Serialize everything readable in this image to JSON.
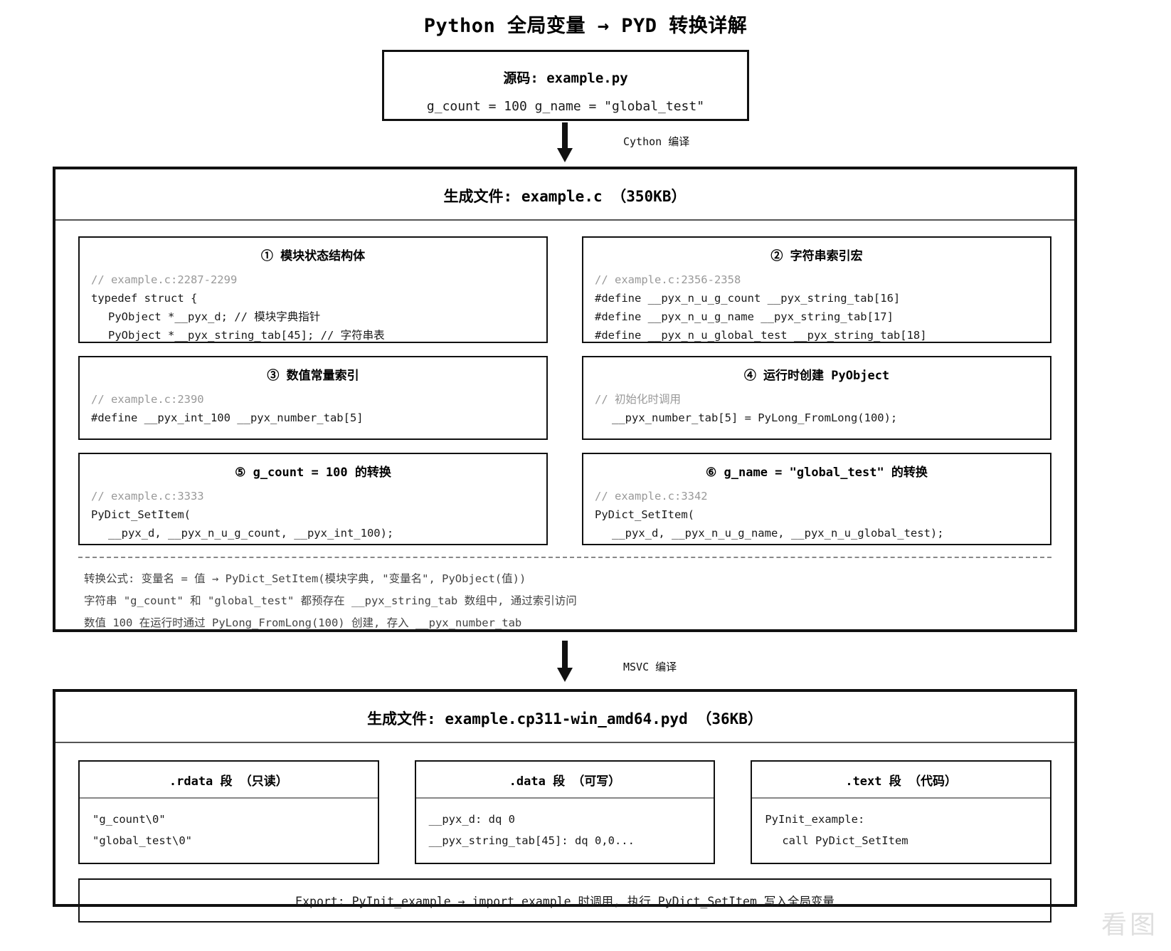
{
  "title": "Python 全局变量 → PYD 转换详解",
  "source": {
    "heading": "源码: example.py",
    "code": "g_count = 100 g_name = \"global_test\""
  },
  "arrows": {
    "cython_label": "Cython 编译",
    "msvc_label": "MSVC 编译"
  },
  "c_stage": {
    "heading": "生成文件: example.c （350KB）",
    "cards": [
      {
        "title": "① 模块状态结构体",
        "lines": [
          {
            "text": "// example.c:2287-2299",
            "style": "comment"
          },
          {
            "text": "typedef struct {",
            "style": "code"
          },
          {
            "text": "PyObject *__pyx_d; // 模块字典指针",
            "style": "indent"
          },
          {
            "text": "PyObject *__pyx_string_tab[45]; // 字符串表",
            "style": "indent"
          }
        ]
      },
      {
        "title": "② 字符串索引宏",
        "lines": [
          {
            "text": "// example.c:2356-2358",
            "style": "comment"
          },
          {
            "text": "#define __pyx_n_u_g_count __pyx_string_tab[16]",
            "style": "code"
          },
          {
            "text": "#define __pyx_n_u_g_name __pyx_string_tab[17]",
            "style": "code"
          },
          {
            "text": "#define __pyx_n_u_global_test __pyx_string_tab[18]",
            "style": "code"
          }
        ]
      },
      {
        "title": "③ 数值常量索引",
        "lines": [
          {
            "text": "// example.c:2390",
            "style": "comment"
          },
          {
            "text": "#define __pyx_int_100 __pyx_number_tab[5]",
            "style": "code"
          }
        ]
      },
      {
        "title": "④ 运行时创建 PyObject",
        "lines": [
          {
            "text": "// 初始化时调用",
            "style": "comment"
          },
          {
            "text": "__pyx_number_tab[5] = PyLong_FromLong(100);",
            "style": "code"
          }
        ]
      },
      {
        "title": "⑤ g_count = 100 的转换",
        "lines": [
          {
            "text": "// example.c:3333",
            "style": "comment"
          },
          {
            "text": "PyDict_SetItem(",
            "style": "code"
          },
          {
            "text": "__pyx_d, __pyx_n_u_g_count, __pyx_int_100);",
            "style": "indent"
          }
        ]
      },
      {
        "title": "⑥ g_name = \"global_test\" 的转换",
        "lines": [
          {
            "text": "// example.c:3342",
            "style": "comment"
          },
          {
            "text": "PyDict_SetItem(",
            "style": "code"
          },
          {
            "text": "__pyx_d, __pyx_n_u_g_name, __pyx_n_u_global_test);",
            "style": "indent"
          }
        ]
      }
    ],
    "notes": [
      "转换公式: 变量名 = 值 → PyDict_SetItem(模块字典, \"变量名\", PyObject(值))",
      "字符串 \"g_count\" 和 \"global_test\" 都预存在 __pyx_string_tab 数组中, 通过索引访问",
      "数值 100 在运行时通过 PyLong_FromLong(100) 创建, 存入 __pyx_number_tab"
    ]
  },
  "pyd_stage": {
    "heading": "生成文件: example.cp311-win_amd64.pyd （36KB）",
    "sections": [
      {
        "title": ".rdata 段 （只读）",
        "lines": [
          {
            "text": "\"g_count\\0\"",
            "style": "code"
          },
          {
            "text": "\"global_test\\0\"",
            "style": "code"
          }
        ]
      },
      {
        "title": ".data 段 （可写）",
        "lines": [
          {
            "text": "__pyx_d: dq 0",
            "style": "code"
          },
          {
            "text": "__pyx_string_tab[45]: dq 0,0...",
            "style": "code"
          }
        ]
      },
      {
        "title": ".text 段 （代码）",
        "lines": [
          {
            "text": "PyInit_example:",
            "style": "code"
          },
          {
            "text": "call PyDict_SetItem",
            "style": "indent"
          }
        ]
      }
    ],
    "export": "Export: PyInit_example → import example 时调用, 执行 PyDict_SetItem 写入全局变量"
  },
  "watermark": "看图"
}
